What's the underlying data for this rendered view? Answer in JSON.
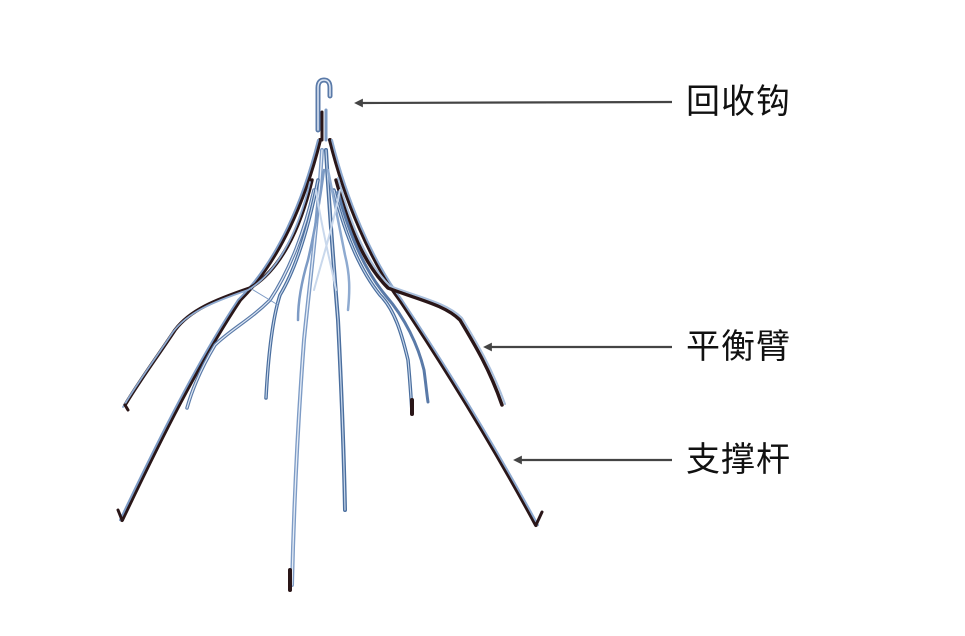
{
  "diagram": {
    "subject": "filter-device",
    "labels": [
      {
        "id": "retrieval-hook",
        "text": "回收钩"
      },
      {
        "id": "balance-arm",
        "text": "平衡臂"
      },
      {
        "id": "support-strut",
        "text": "支撑杆"
      }
    ],
    "colors": {
      "arrow": "#444444",
      "wire_light": "#a9bfdc",
      "wire_mid": "#5a7aa8",
      "wire_dark": "#2a1618",
      "text": "#111111"
    }
  }
}
